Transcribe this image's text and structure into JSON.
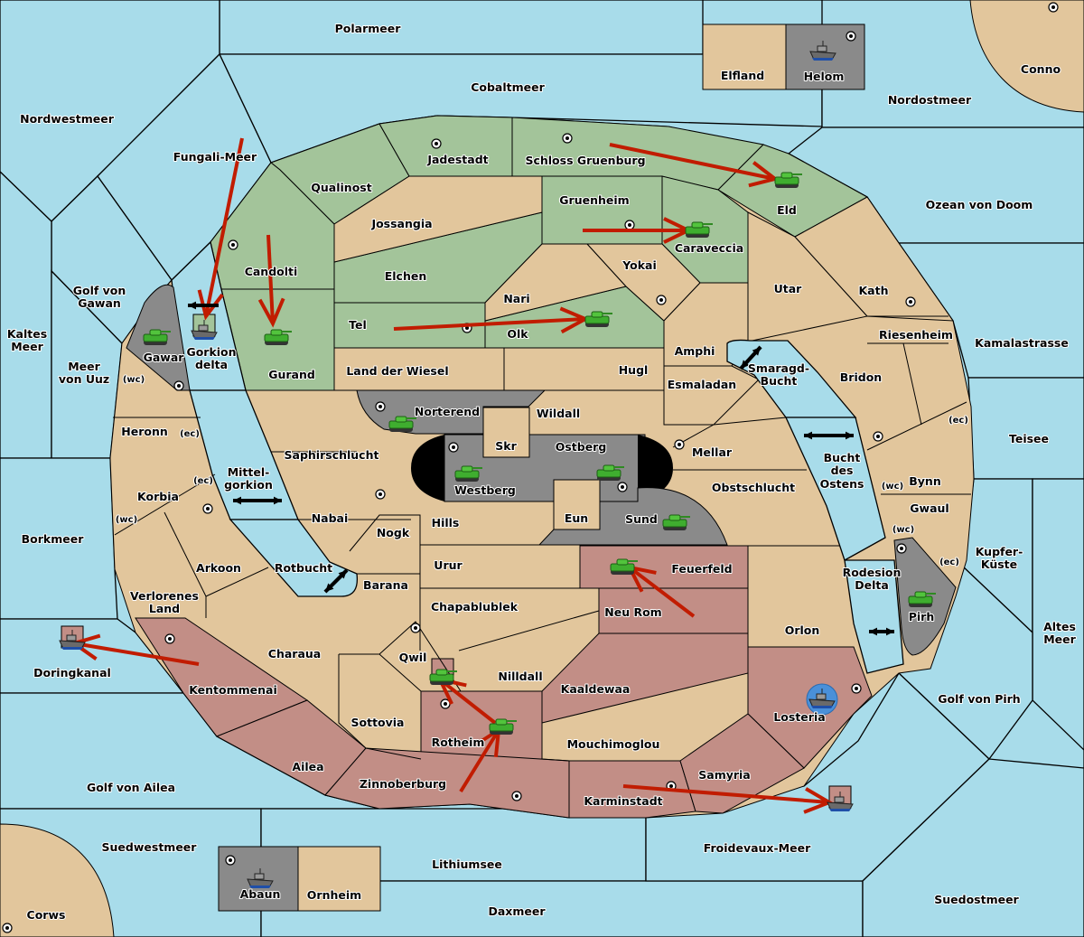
{
  "colors": {
    "sea": "#a8dcea",
    "neutral": "#e2c69c",
    "player_green": "#a3c49a",
    "player_red": "#c28e86",
    "impassable": "#8a8a8a",
    "order_arrow": "#c11c00",
    "retreat_ring": "#4a90d9"
  },
  "seas": {
    "polarmeer": "Polarmeer",
    "cobaltmeer": "Cobaltmeer",
    "nordwestmeer": "Nordwestmeer",
    "fungali": "Fungali-Meer",
    "nordostmeer": "Nordostmeer",
    "ozean": "Ozean von Doom",
    "golf_gawan_1": "Golf von",
    "golf_gawan_2": "Gawan",
    "kaltes_1": "Kaltes",
    "kaltes_2": "Meer",
    "uuz_1": "Meer",
    "uuz_2": "von Uuz",
    "borkmeer": "Borkmeer",
    "mittel_1": "Mittel-",
    "mittel_2": "gorkion",
    "rotbucht": "Rotbucht",
    "gorkion_1": "Gorkion",
    "gorkion_2": "delta",
    "smaragd_1": "Smaragd-",
    "smaragd_2": "Bucht",
    "bucht_1": "Bucht",
    "bucht_2": "des",
    "bucht_3": "Ostens",
    "rodesion_1": "Rodesion",
    "rodesion_2": "Delta",
    "kamala": "Kamalastrasse",
    "teisee": "Teisee",
    "kupfer_1": "Kupfer-",
    "kupfer_2": "Küste",
    "altes_1": "Altes",
    "altes_2": "Meer",
    "golf_pirh": "Golf von Pirh",
    "doringkanal": "Doringkanal",
    "golf_ailea": "Golf von Ailea",
    "suedwestmeer": "Suedwestmeer",
    "lithiumsee": "Lithiumsee",
    "daxmeer": "Daxmeer",
    "froidevaux": "Froidevaux-Meer",
    "suedostmeer": "Suedostmeer"
  },
  "lands": {
    "elfland": "Elfland",
    "helom": "Helom",
    "conno": "Conno",
    "jadestadt": "Jadestadt",
    "schloss": "Schloss Gruenburg",
    "qualinost": "Qualinost",
    "jossangia": "Jossangia",
    "gruenheim": "Gruenheim",
    "caraveccia": "Caraveccia",
    "eld": "Eld",
    "candolti": "Candolti",
    "elchen": "Elchen",
    "yokai": "Yokai",
    "nari": "Nari",
    "tel": "Tel",
    "olk": "Olk",
    "utar": "Utar",
    "kath": "Kath",
    "riesenheim": "Riesenheim",
    "gurand": "Gurand",
    "gawar": "Gawar",
    "amphi": "Amphi",
    "hugl": "Hugl",
    "wiesel": "Land der Wiesel",
    "esmaladan": "Esmaladan",
    "bridon": "Bridon",
    "norterend": "Norterend",
    "wildall": "Wildall",
    "skr": "Skr",
    "heronn": "Heronn",
    "ostberg": "Ostberg",
    "mellar": "Mellar",
    "saphir": "Saphirschlucht",
    "westberg": "Westberg",
    "obst": "Obstschlucht",
    "korbia": "Korbia",
    "nabai": "Nabai",
    "eun": "Eun",
    "sund": "Sund",
    "hills": "Hills",
    "nogk": "Nogk",
    "bynn": "Bynn",
    "gwaul": "Gwaul",
    "arkoon": "Arkoon",
    "urur": "Urur",
    "feuerfeld": "Feuerfeld",
    "barana": "Barana",
    "verlorenes_1": "Verlorenes",
    "verlorenes_2": "Land",
    "chapa": "Chapablublek",
    "neurom": "Neu Rom",
    "orlon": "Orlon",
    "pirh": "Pirh",
    "charaua": "Charaua",
    "qwil": "Qwil",
    "nilldall": "Nilldall",
    "kentommenai": "Kentommenai",
    "kaaldewaa": "Kaaldewaa",
    "losteria": "Losteria",
    "sottovia": "Sottovia",
    "rotheim": "Rotheim",
    "mouchi": "Mouchimoglou",
    "ailea": "Ailea",
    "samyria": "Samyria",
    "zinnoberburg": "Zinnoberburg",
    "karminstadt": "Karminstadt",
    "abaun": "Abaun",
    "ornheim": "Ornheim",
    "corws": "Corws"
  },
  "coasts": {
    "wc": "(wc)",
    "ec": "(ec)"
  },
  "units": [
    {
      "type": "army",
      "icon": "tank-icon",
      "at": "eld"
    },
    {
      "type": "army",
      "icon": "tank-icon",
      "at": "caraveccia"
    },
    {
      "type": "army",
      "icon": "tank-icon",
      "at": "olk"
    },
    {
      "type": "army",
      "icon": "tank-icon",
      "at": "gurand"
    },
    {
      "type": "army",
      "icon": "tank-icon",
      "at": "gawar"
    },
    {
      "type": "army",
      "icon": "tank-icon",
      "at": "norterend"
    },
    {
      "type": "army",
      "icon": "tank-icon",
      "at": "westberg"
    },
    {
      "type": "army",
      "icon": "tank-icon",
      "at": "ostberg"
    },
    {
      "type": "army",
      "icon": "tank-icon",
      "at": "sund"
    },
    {
      "type": "army",
      "icon": "tank-icon",
      "at": "feuerfeld"
    },
    {
      "type": "army",
      "icon": "tank-icon",
      "at": "qwil"
    },
    {
      "type": "army",
      "icon": "tank-icon",
      "at": "rotheim"
    },
    {
      "type": "army",
      "icon": "tank-icon",
      "at": "pirh"
    },
    {
      "type": "fleet",
      "icon": "ship-icon",
      "at": "helom"
    },
    {
      "type": "fleet",
      "icon": "ship-icon",
      "at": "gorkion delta"
    },
    {
      "type": "fleet",
      "icon": "ship-icon",
      "at": "doringkanal"
    },
    {
      "type": "fleet",
      "icon": "ship-icon",
      "at": "losteria",
      "dislodged": true
    },
    {
      "type": "fleet",
      "icon": "ship-icon",
      "at": "froidevaux-meer"
    },
    {
      "type": "fleet",
      "icon": "ship-icon",
      "at": "abaun"
    }
  ]
}
